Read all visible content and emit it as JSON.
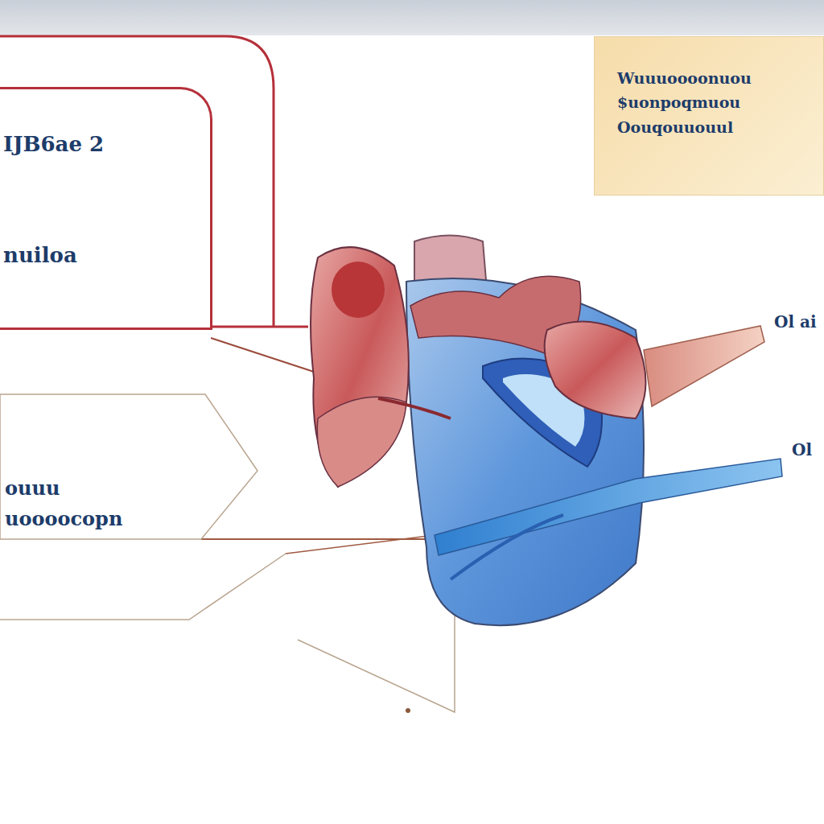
{
  "diagram": {
    "nodes": [
      {
        "text": [
          "IJB6ae 2",
          "nuiloa"
        ]
      },
      {
        "text": [
          "ouuu uoooocopn"
        ]
      },
      {
        "text": [
          "Wuuuoooonuou $uonpoqmuou Oouqouuouul"
        ]
      }
    ],
    "labels": [
      "Ol ai",
      "Ol"
    ]
  }
}
